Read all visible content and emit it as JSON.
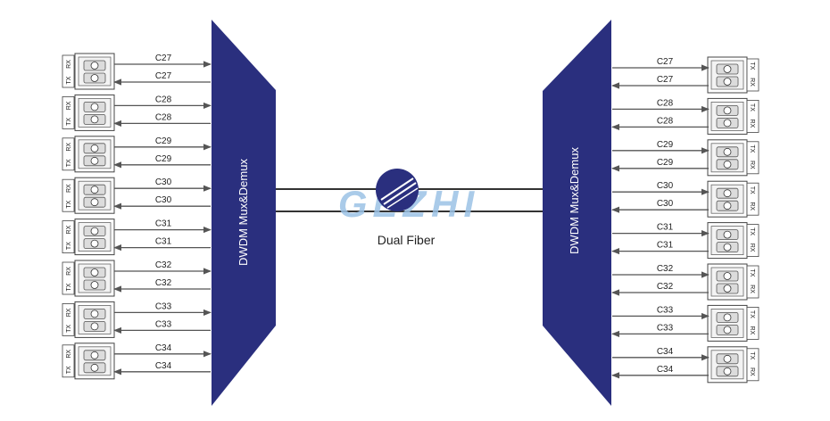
{
  "diagram": {
    "left_mux_label": "DWDM Mux&Demux",
    "right_mux_label": "DWDM Mux&Demux",
    "fiber_label": "Dual Fiber",
    "watermark_text": "GEZHI",
    "watermark_logo_icon": "globe-logo-icon",
    "tx_label": "TX",
    "rx_label": "RX",
    "channels": [
      "C27",
      "C28",
      "C29",
      "C30",
      "C31",
      "C32",
      "C33",
      "C34"
    ],
    "colors": {
      "mux": "#2a2f7e",
      "line": "#555555",
      "fiber": "#333333",
      "watermark": "#9cc3e6",
      "globe": "#2a2f7e"
    }
  }
}
